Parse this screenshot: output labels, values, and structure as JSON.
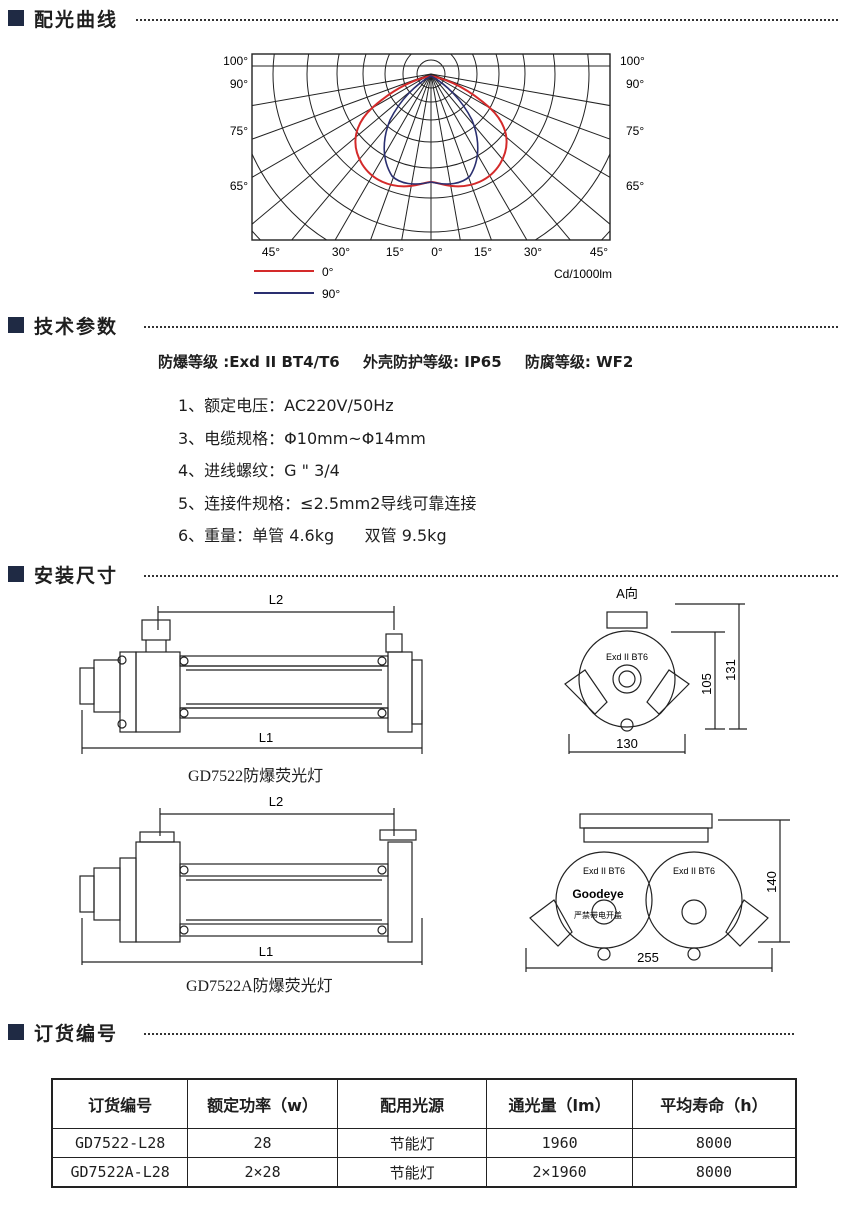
{
  "sections": {
    "light_curve": "配光曲线",
    "tech_params": "技术参数",
    "install_dims": "安装尺寸",
    "order_codes": "订货编号"
  },
  "chart_data": {
    "type": "polar",
    "title": "",
    "unit_label": "Cd/1000lm",
    "left_ticks": [
      "100°",
      "90°",
      "75°",
      "65°"
    ],
    "right_ticks": [
      "100°",
      "90°",
      "75°",
      "65°"
    ],
    "bottom_ticks": [
      "45°",
      "30°",
      "15°",
      "0°",
      "15°",
      "30°",
      "45°"
    ],
    "series": [
      {
        "name": "0°",
        "color": "#d42a2a"
      },
      {
        "name": "90°",
        "color": "#2a2f70"
      }
    ]
  },
  "summary": [
    "防爆等级 :Exd II BT4/T6",
    "外壳防护等级: IP65",
    "防腐等级: WF2"
  ],
  "params": [
    "1、额定电压：AC220V/50Hz",
    "3、电缆规格：Φ10mm~Φ14mm",
    "4、进线螺纹：G \" 3/4",
    "5、连接件规格：≤2.5mm2导线可靠连接",
    "6、重量：单管 4.6kg      双管 9.5kg"
  ],
  "drawings": {
    "d1": {
      "caption": "GD7522防爆荧光灯",
      "l2": "L2",
      "l1": "L1"
    },
    "d2": {
      "label_a": "A向",
      "exd": "Exd II BT6",
      "dim_105": "105",
      "dim_131": "131",
      "dim_130": "130"
    },
    "d3": {
      "caption": "GD7522A防爆荧光灯",
      "l2": "L2",
      "l1": "L1"
    },
    "d4": {
      "exd_left": "Exd II BT6",
      "exd_right": "Exd II BT6",
      "brand": "Goodeye",
      "warning": "严禁带电开盖",
      "dim_140": "140",
      "dim_255": "255"
    }
  },
  "table": {
    "headers": [
      "订货编号",
      "额定功率（w）",
      "配用光源",
      "通光量（lm）",
      "平均寿命（h）"
    ],
    "rows": [
      [
        "GD7522-L28",
        "28",
        "节能灯",
        "1960",
        "8000"
      ],
      [
        "GD7522A-L28",
        "2×28",
        "节能灯",
        "2×1960",
        "8000"
      ]
    ]
  }
}
